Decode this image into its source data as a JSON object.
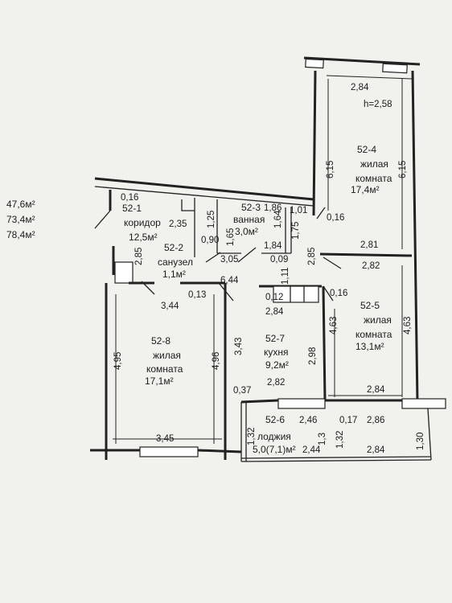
{
  "floor": {
    "height_note": "h=2,58",
    "summary": [
      "47,6м²",
      "73,4м²",
      "78,4м²"
    ]
  },
  "rooms": [
    {
      "id": "52-1",
      "lines": [
        "52-1",
        "коридор",
        "12,5м²"
      ]
    },
    {
      "id": "52-2",
      "lines": [
        "52-2",
        "санузел",
        "1,1м²"
      ]
    },
    {
      "id": "52-3",
      "lines": [
        "52-3",
        "ванная",
        "3,0м²"
      ]
    },
    {
      "id": "52-4",
      "lines": [
        "52-4",
        "жилая",
        "комната",
        "17,4м²"
      ]
    },
    {
      "id": "52-5",
      "lines": [
        "52-5",
        "жилая",
        "комната",
        "13,1м²"
      ]
    },
    {
      "id": "52-6",
      "lines": [
        "52-6",
        "лоджия",
        "5,0(7,1)м²"
      ]
    },
    {
      "id": "52-7",
      "lines": [
        "52-7",
        "кухня",
        "9,2м²"
      ]
    },
    {
      "id": "52-8",
      "lines": [
        "52-8",
        "жилая",
        "комната",
        "17,1м²"
      ]
    }
  ],
  "dimensions": [
    "2,84",
    "6,15",
    "6,15",
    "0,16",
    "2,35",
    "1,25",
    "1,86",
    "1,01",
    "1,64",
    "1,75",
    "0,16",
    "0,90",
    "1,65",
    "1,84",
    "2,85",
    "2,81",
    "2,85",
    "3,05",
    "0,09",
    "1,11",
    "2,82",
    "6,44",
    "0,12",
    "0,16",
    "3,44",
    "0,13",
    "2,84",
    "4,63",
    "4,63",
    "2,98",
    "3,43",
    "4,95",
    "4,96",
    "2,82",
    "0,37",
    "2,84",
    "2,46",
    "0,17",
    "2,86",
    "3,45",
    "1,32",
    "1,3",
    "1,32",
    "1,30",
    "2,44",
    "2,84"
  ]
}
